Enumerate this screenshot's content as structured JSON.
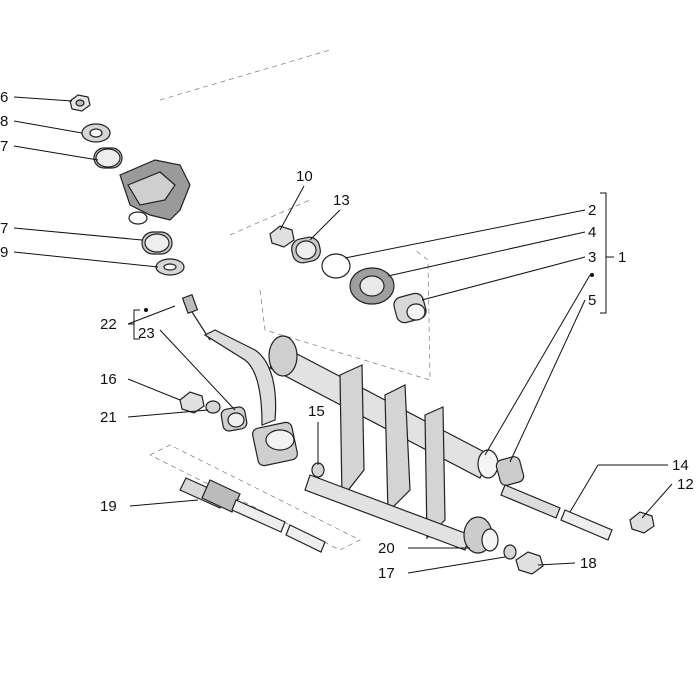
{
  "diagram": {
    "callouts": [
      {
        "id": "c6",
        "label": "6"
      },
      {
        "id": "c8",
        "label": "8"
      },
      {
        "id": "c7a",
        "label": "7"
      },
      {
        "id": "c7b",
        "label": "7"
      },
      {
        "id": "c9",
        "label": "9"
      },
      {
        "id": "c10",
        "label": "10"
      },
      {
        "id": "c13",
        "label": "13"
      },
      {
        "id": "c2",
        "label": "2"
      },
      {
        "id": "c4",
        "label": "4"
      },
      {
        "id": "c3",
        "label": "3"
      },
      {
        "id": "c1",
        "label": "1"
      },
      {
        "id": "c5",
        "label": "5"
      },
      {
        "id": "c22",
        "label": "22"
      },
      {
        "id": "c23",
        "label": "23"
      },
      {
        "id": "c16",
        "label": "16"
      },
      {
        "id": "c21",
        "label": "21"
      },
      {
        "id": "c15",
        "label": "15"
      },
      {
        "id": "c19",
        "label": "19"
      },
      {
        "id": "c14",
        "label": "14"
      },
      {
        "id": "c12",
        "label": "12"
      },
      {
        "id": "c20",
        "label": "20"
      },
      {
        "id": "c18",
        "label": "18"
      },
      {
        "id": "c17",
        "label": "17"
      }
    ]
  }
}
